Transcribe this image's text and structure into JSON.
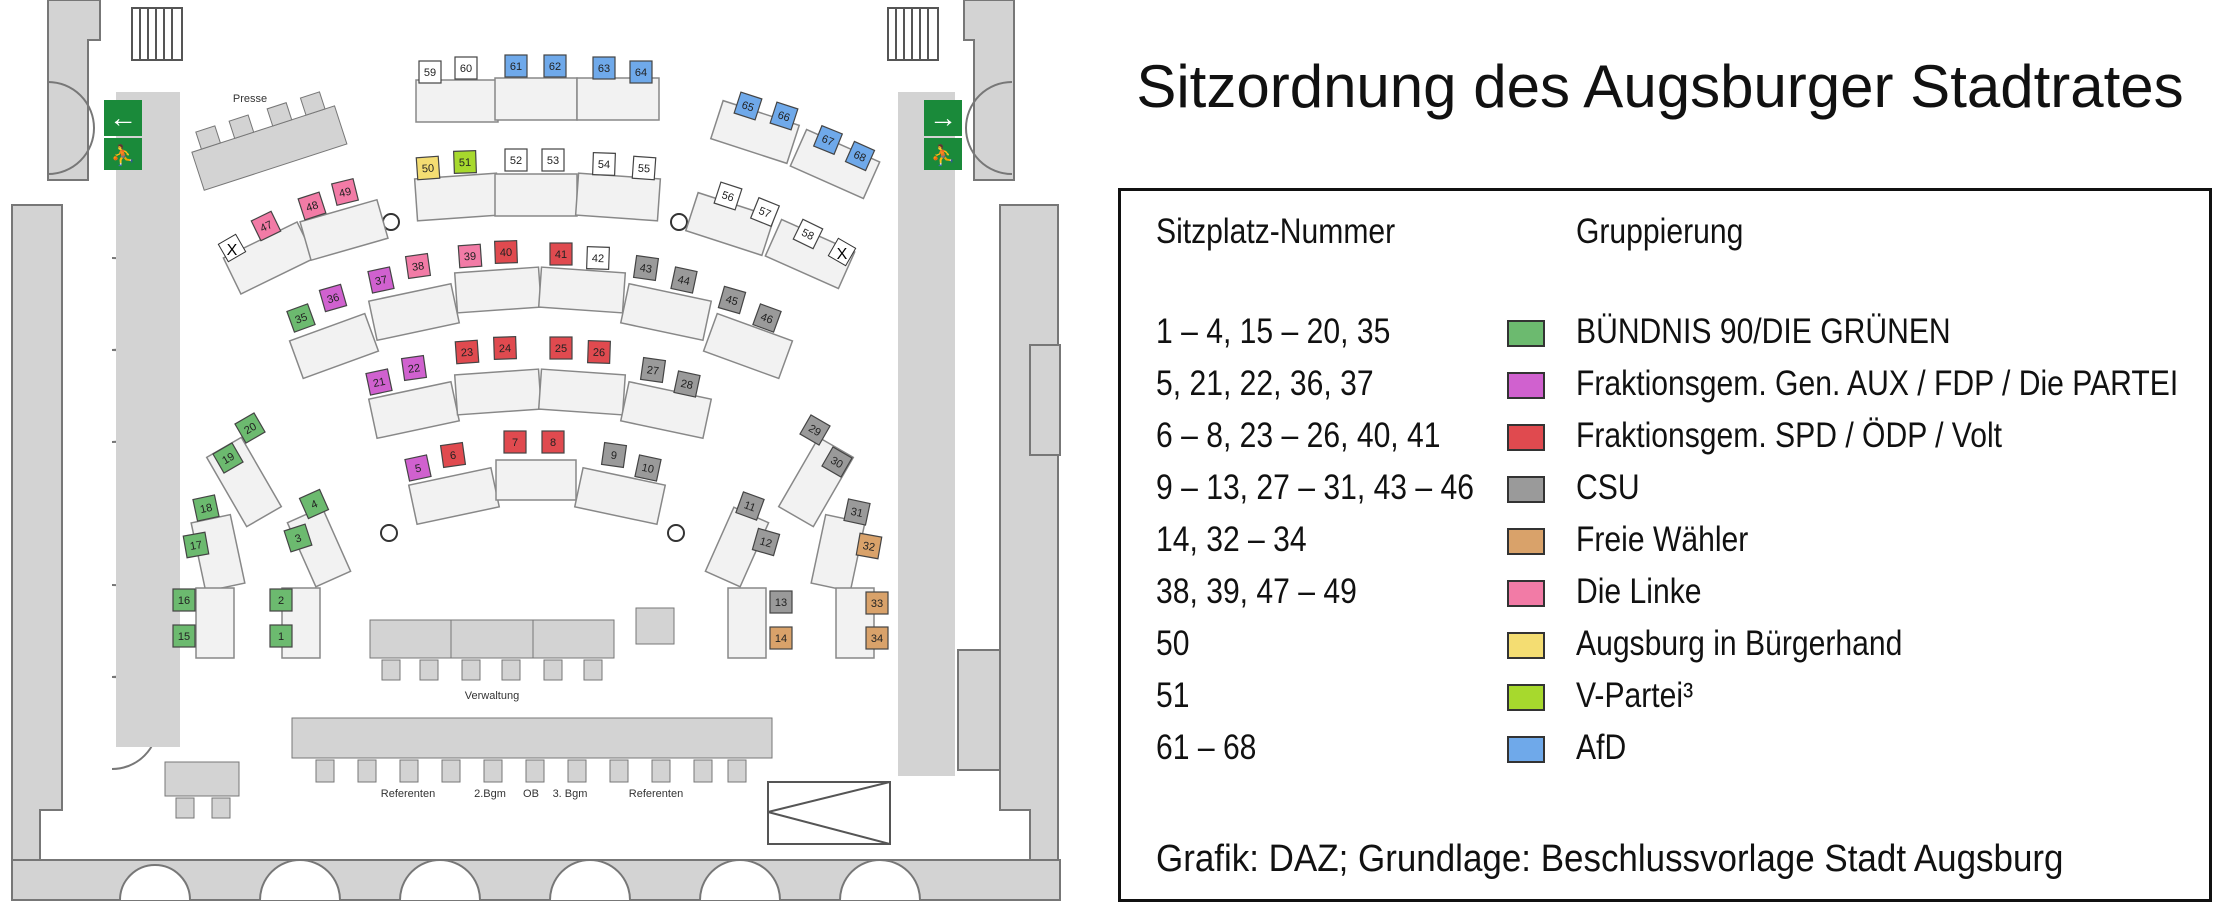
{
  "title": "Sitzordnung des Augsburger Stadtrates",
  "legend": {
    "seat_header": "Sitzplatz-Nummer",
    "group_header": "Gruppierung",
    "rows": [
      {
        "seats": "1 – 4, 15 – 20, 35",
        "group": "BÜNDNIS 90/DIE GRÜNEN",
        "color": "#6cba6f"
      },
      {
        "seats": "5, 21, 22, 36, 37",
        "group": "Fraktionsgem. Gen. AUX / FDP / Die PARTEI",
        "color": "#d061cf"
      },
      {
        "seats": "6 – 8, 23 – 26, 40, 41",
        "group": "Fraktionsgem. SPD / ÖDP / Volt",
        "color": "#e04a4f"
      },
      {
        "seats": "9 – 13, 27 – 31, 43 – 46",
        "group": "CSU",
        "color": "#9a9a9a"
      },
      {
        "seats": "14, 32 – 34",
        "group": "Freie Wähler",
        "color": "#d9a26a"
      },
      {
        "seats": "38, 39, 47 – 49",
        "group": "Die Linke",
        "color": "#f27ba6"
      },
      {
        "seats": "50",
        "group": "Augsburg in Bürgerhand",
        "color": "#f4dd72"
      },
      {
        "seats": "51",
        "group": "V-Partei³",
        "color": "#a7d92d"
      },
      {
        "seats": "61 – 68",
        "group": "AfD",
        "color": "#6fa9ea"
      }
    ]
  },
  "credit": "Grafik: DAZ; Grundlage: Beschlussvorlage Stadt Augsburg",
  "plan": {
    "presse_label": "Presse",
    "verwaltung_label": "Verwaltung",
    "referenten_left": "Referenten",
    "bgm2": "2.Bgm",
    "ob": "OB",
    "bgm3": "3. Bgm",
    "referenten_right": "Referenten",
    "cross_mark": "X",
    "seats": [
      {
        "n": "59",
        "party": "none"
      },
      {
        "n": "60",
        "party": "none"
      },
      {
        "n": "61",
        "party": "AfD"
      },
      {
        "n": "62",
        "party": "AfD"
      },
      {
        "n": "63",
        "party": "AfD"
      },
      {
        "n": "64",
        "party": "AfD"
      },
      {
        "n": "65",
        "party": "AfD"
      },
      {
        "n": "66",
        "party": "AfD"
      },
      {
        "n": "67",
        "party": "AfD"
      },
      {
        "n": "68",
        "party": "AfD"
      },
      {
        "n": "50",
        "party": "AiB"
      },
      {
        "n": "51",
        "party": "V"
      },
      {
        "n": "52",
        "party": "none"
      },
      {
        "n": "53",
        "party": "none"
      },
      {
        "n": "54",
        "party": "none"
      },
      {
        "n": "55",
        "party": "none"
      },
      {
        "n": "56",
        "party": "none"
      },
      {
        "n": "57",
        "party": "none"
      },
      {
        "n": "58",
        "party": "none"
      },
      {
        "n": "47",
        "party": "Linke"
      },
      {
        "n": "48",
        "party": "Linke"
      },
      {
        "n": "49",
        "party": "Linke"
      },
      {
        "n": "35",
        "party": "Gruene"
      },
      {
        "n": "36",
        "party": "Frakt"
      },
      {
        "n": "37",
        "party": "Frakt"
      },
      {
        "n": "38",
        "party": "Linke"
      },
      {
        "n": "39",
        "party": "Linke"
      },
      {
        "n": "40",
        "party": "SPD"
      },
      {
        "n": "41",
        "party": "SPD"
      },
      {
        "n": "42",
        "party": "none"
      },
      {
        "n": "43",
        "party": "CSU"
      },
      {
        "n": "44",
        "party": "CSU"
      },
      {
        "n": "45",
        "party": "CSU"
      },
      {
        "n": "46",
        "party": "CSU"
      },
      {
        "n": "21",
        "party": "Frakt"
      },
      {
        "n": "22",
        "party": "Frakt"
      },
      {
        "n": "23",
        "party": "SPD"
      },
      {
        "n": "24",
        "party": "SPD"
      },
      {
        "n": "25",
        "party": "SPD"
      },
      {
        "n": "26",
        "party": "SPD"
      },
      {
        "n": "27",
        "party": "CSU"
      },
      {
        "n": "28",
        "party": "CSU"
      },
      {
        "n": "5",
        "party": "Frakt"
      },
      {
        "n": "6",
        "party": "SPD"
      },
      {
        "n": "7",
        "party": "SPD"
      },
      {
        "n": "8",
        "party": "SPD"
      },
      {
        "n": "9",
        "party": "CSU"
      },
      {
        "n": "10",
        "party": "CSU"
      },
      {
        "n": "20",
        "party": "Gruene"
      },
      {
        "n": "19",
        "party": "Gruene"
      },
      {
        "n": "18",
        "party": "Gruene"
      },
      {
        "n": "17",
        "party": "Gruene"
      },
      {
        "n": "16",
        "party": "Gruene"
      },
      {
        "n": "15",
        "party": "Gruene"
      },
      {
        "n": "4",
        "party": "Gruene"
      },
      {
        "n": "3",
        "party": "Gruene"
      },
      {
        "n": "2",
        "party": "Gruene"
      },
      {
        "n": "1",
        "party": "Gruene"
      },
      {
        "n": "11",
        "party": "CSU"
      },
      {
        "n": "12",
        "party": "CSU"
      },
      {
        "n": "13",
        "party": "CSU"
      },
      {
        "n": "14",
        "party": "FW"
      },
      {
        "n": "29",
        "party": "CSU"
      },
      {
        "n": "30",
        "party": "CSU"
      },
      {
        "n": "31",
        "party": "CSU"
      },
      {
        "n": "32",
        "party": "FW"
      },
      {
        "n": "33",
        "party": "FW"
      },
      {
        "n": "34",
        "party": "FW"
      }
    ]
  }
}
